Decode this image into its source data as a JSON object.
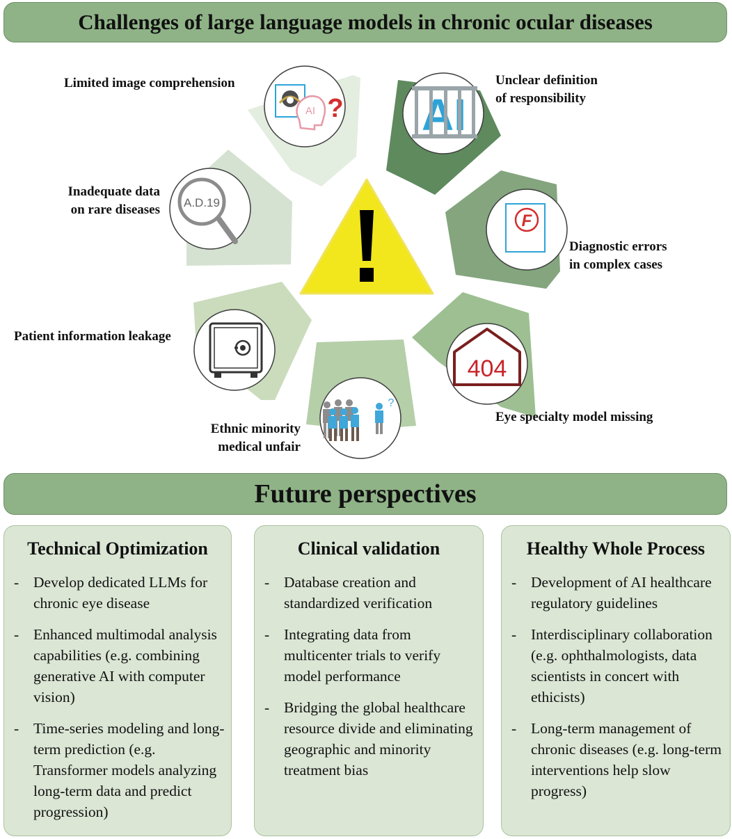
{
  "title": "Challenges of large language models in chronic ocular diseases",
  "challenges": {
    "image_comprehension": "Limited image comprehension",
    "responsibility": [
      "Unclear definition",
      "of responsibility"
    ],
    "rare_diseases": [
      "Inadequate data",
      "on rare diseases"
    ],
    "diagnostic_errors": [
      "Diagnostic errors",
      "in complex cases"
    ],
    "info_leakage": "Patient information leakage",
    "eye_model_missing": "Eye specialty model missing",
    "ethnic_minority": [
      "Ethnic minority",
      "medical unfair"
    ]
  },
  "icon_text": {
    "ai": "AI",
    "ai_small": "AI",
    "question": "?",
    "ad19": "A.D.19",
    "f_grade": "F",
    "error_code": "404",
    "small_question": "?"
  },
  "future": {
    "title": "Future perspectives",
    "columns": [
      {
        "heading": "Technical Optimization",
        "items": [
          "Develop dedicated LLMs for chronic eye disease",
          "Enhanced multimodal analysis capabilities (e.g. combining generative AI with computer vision)",
          "Time-series modeling and long-term prediction (e.g. Transformer models analyzing long-term data and predict progression)"
        ]
      },
      {
        "heading": "Clinical validation",
        "items": [
          "Database creation and standardized verification",
          "Integrating data from multicenter trials to verify model performance",
          "Bridging the global healthcare resource divide and eliminating geographic and minority treatment bias"
        ]
      },
      {
        "heading": "Healthy Whole Process",
        "items": [
          "Development of AI healthcare regulatory guidelines",
          "Interdisciplinary collaboration (e.g. ophthalmologists, data scientists in concert with ethicists)",
          "Long-term management of chronic diseases (e.g. long-term interventions help slow progress)"
        ]
      }
    ]
  },
  "colors": {
    "banner": "#8fb387",
    "panel": "#dbe6d5",
    "warning": "#f2e61d",
    "ai_blue": "#2ea3d8",
    "error_red": "#c7252b"
  }
}
